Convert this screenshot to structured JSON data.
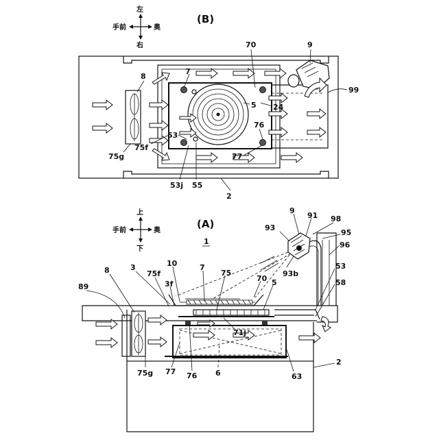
{
  "figure_b": {
    "title": "(B)",
    "compass": {
      "top": "左",
      "bottom": "右",
      "left": "手前",
      "right": "奥"
    },
    "labels": {
      "l9": "9",
      "l70": "70",
      "l99": "99",
      "l8": "8",
      "l7": "7",
      "l5": "5",
      "l24": "24",
      "l76": "76",
      "l53": "53",
      "l77": "77",
      "l75g": "75g",
      "l75f": "75f",
      "l53j": "53j",
      "l55": "55",
      "l2": "2"
    }
  },
  "figure_a": {
    "title": "(A)",
    "compass": {
      "top": "上",
      "bottom": "下",
      "left": "手前",
      "right": "奥"
    },
    "labels": {
      "l1": "1",
      "l9": "9",
      "l91": "91",
      "l98": "98",
      "l93": "93",
      "l95": "95",
      "l96": "96",
      "l93b": "93b",
      "l53": "53",
      "l8": "8",
      "l3": "3",
      "l10": "10",
      "l7": "7",
      "l75f": "75f",
      "l75": "75",
      "l70": "70",
      "l5": "5",
      "l3f": "3f",
      "l89": "89",
      "l58": "58",
      "l71j": "71j",
      "l75g": "75g",
      "l77": "77",
      "l76": "76",
      "l6": "6",
      "l63": "63",
      "l2": "2"
    }
  }
}
